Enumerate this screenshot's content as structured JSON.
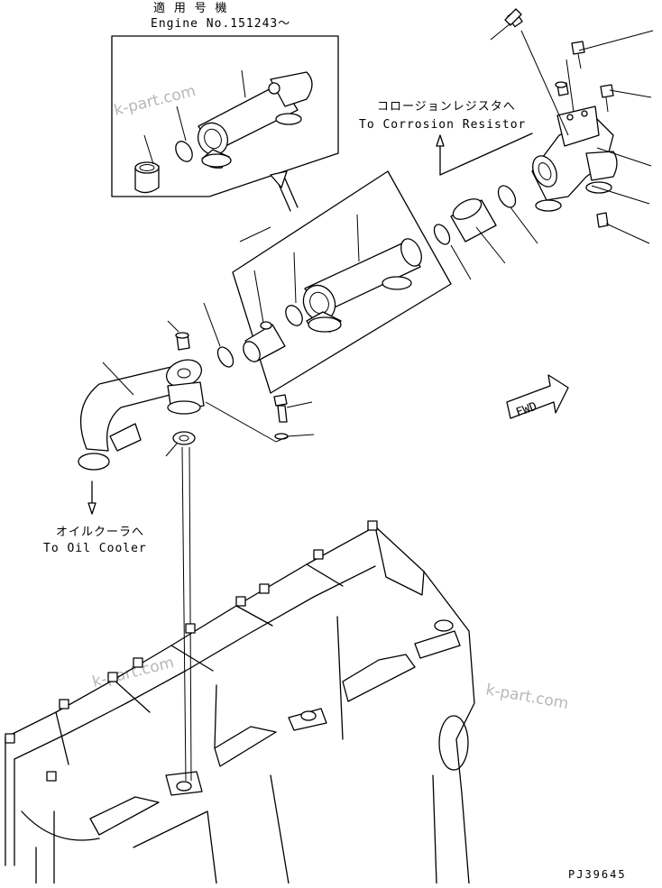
{
  "callouts": {
    "applicable_engine_jp": "適 用 号 機",
    "applicable_engine_en": "Engine No.151243～",
    "corrosion_jp": "コロージョンレジスタへ",
    "corrosion_en": "To Corrosion Resistor",
    "oil_cooler_jp": "オイルクーラへ",
    "oil_cooler_en": "To Oil Cooler",
    "fwd": "FWD"
  },
  "drawing_code": "PJ39645",
  "watermarks": [
    "k-part.com",
    "k-part.com",
    "k-part.com"
  ]
}
